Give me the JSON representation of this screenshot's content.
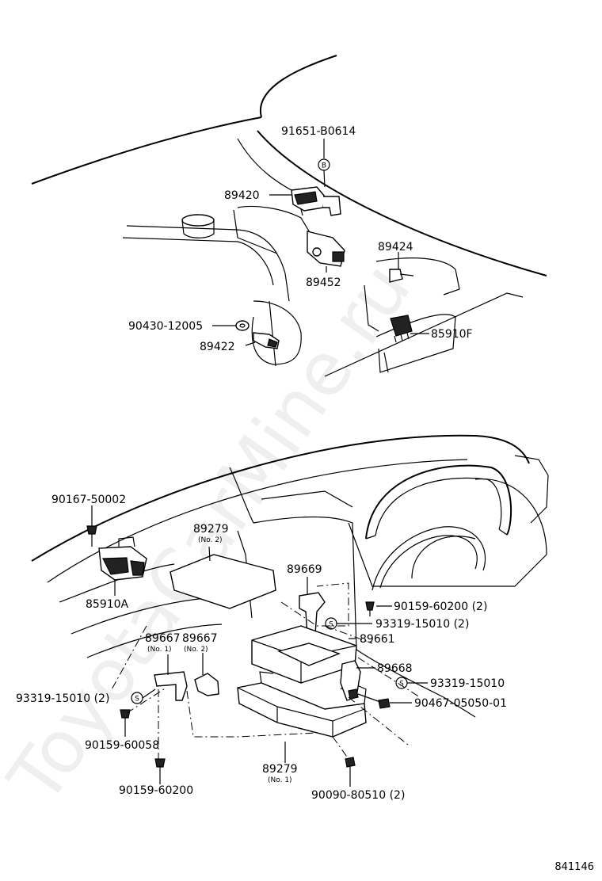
{
  "watermark": "ToyotaCarMine.ru",
  "diagram_id": "841146",
  "circle_marks": {
    "b": "B",
    "s": "S"
  },
  "labels": {
    "p91651": "91651-B0614",
    "p89420": "89420",
    "p89452": "89452",
    "p89424": "89424",
    "p90430": "90430-12005",
    "p89422": "89422",
    "p85910f": "85910F",
    "p90167": "90167-50002",
    "p89279_2": "89279",
    "p89279_2_sub": "(No. 2)",
    "p85910a": "85910A",
    "p89669": "89669",
    "p90159_60200_2": "90159-60200 (2)",
    "p93319_15010_2r": "93319-15010 (2)",
    "p89661": "89661",
    "p89667_1": "89667",
    "p89667_1_sub": "(No. 1)",
    "p89667_2": "89667",
    "p89667_2_sub": "(No. 2)",
    "p89668": "89668",
    "p93319_15010": "93319-15010",
    "p90467": "90467-05050-01",
    "p93319_15010_2l": "93319-15010 (2)",
    "p90159_60058": "90159-60058",
    "p90159_60200": "90159-60200",
    "p89279_1": "89279",
    "p89279_1_sub": "(No. 1)",
    "p90090": "90090-80510 (2)"
  }
}
